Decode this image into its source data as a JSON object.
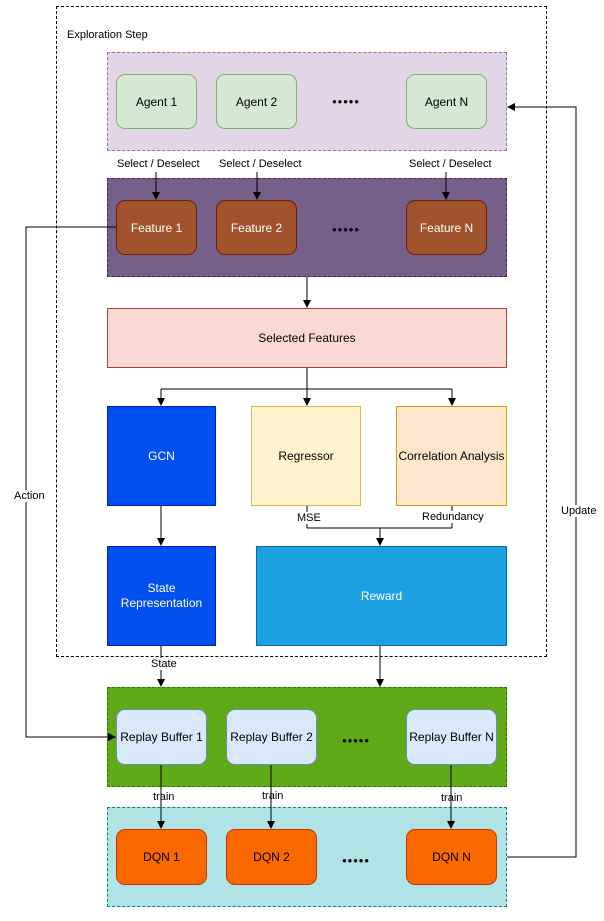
{
  "exploration_title": "Exploration Step",
  "agents": [
    "Agent 1",
    "Agent 2",
    "Agent N"
  ],
  "features": [
    "Feature 1",
    "Feature 2",
    "Feature N"
  ],
  "ellipsis": "•••••",
  "select_label": "Select / Deselect",
  "selected_features": "Selected Features",
  "gcn": "GCN",
  "regressor": "Regressor",
  "correlation": "Correlation Analysis",
  "mse": "MSE",
  "redundancy": "Redundancy",
  "state_rep": "State Representation",
  "reward": "Reward",
  "state_label": "State",
  "action_label": "Action",
  "update_label": "Update",
  "replay_buffers": [
    "Replay Buffer 1",
    "Replay Buffer 2",
    "Replay Buffer N"
  ],
  "train_label": "train",
  "dqns": [
    "DQN 1",
    "DQN 2",
    "DQN N"
  ],
  "colors": {
    "agent_fill": "#d5e8d4",
    "agent_border": "#82b366",
    "agent_band": "#e1d5e7",
    "agent_band_border": "#9673a6",
    "feature_band": "#76608a",
    "feature_fill": "#a0522d",
    "selected_fill": "#fad9d5",
    "selected_border": "#ae4132",
    "gcn_fill": "#0050ef",
    "regressor_fill": "#fff2cc",
    "correlation_fill": "#ffe6cc",
    "state_fill": "#0050ef",
    "reward_fill": "#1ba1e2",
    "replay_band": "#60a917",
    "replay_fill": "#dae8fc",
    "dqn_band": "#b0e3e6",
    "dqn_fill": "#fa6800"
  }
}
